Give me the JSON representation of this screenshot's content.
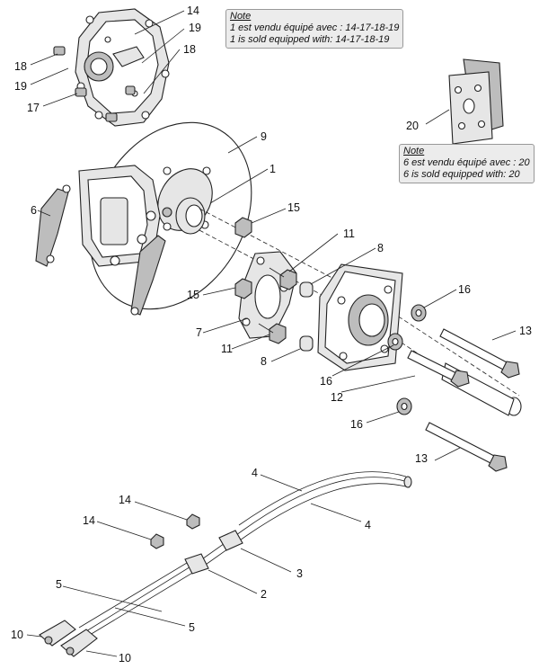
{
  "notes": {
    "top": {
      "title": "Note",
      "line_fr": "1 est vendu équipé avec : 14-17-18-19",
      "line_en": "1 is sold equipped with: 14-17-18-19"
    },
    "middle": {
      "title": "Note",
      "line_fr": "6 est vendu équipé avec : 20",
      "line_en": "6 is sold equipped with: 20"
    }
  },
  "callouts": [
    {
      "id": "c14a",
      "text": "14"
    },
    {
      "id": "c19a",
      "text": "19"
    },
    {
      "id": "c18a",
      "text": "18"
    },
    {
      "id": "c18b",
      "text": "18"
    },
    {
      "id": "c19b",
      "text": "19"
    },
    {
      "id": "c17",
      "text": "17"
    },
    {
      "id": "c20",
      "text": "20"
    },
    {
      "id": "c9",
      "text": "9"
    },
    {
      "id": "c1",
      "text": "1"
    },
    {
      "id": "c6",
      "text": "6"
    },
    {
      "id": "c15a",
      "text": "15"
    },
    {
      "id": "c11a",
      "text": "11"
    },
    {
      "id": "c8a",
      "text": "8"
    },
    {
      "id": "c16a",
      "text": "16"
    },
    {
      "id": "c15b",
      "text": "15"
    },
    {
      "id": "c7",
      "text": "7"
    },
    {
      "id": "c13a",
      "text": "13"
    },
    {
      "id": "c11b",
      "text": "11"
    },
    {
      "id": "c8b",
      "text": "8"
    },
    {
      "id": "c16b",
      "text": "16"
    },
    {
      "id": "c12",
      "text": "12"
    },
    {
      "id": "c16c",
      "text": "16"
    },
    {
      "id": "c13b",
      "text": "13"
    },
    {
      "id": "c4a",
      "text": "4"
    },
    {
      "id": "c14b",
      "text": "14"
    },
    {
      "id": "c14c",
      "text": "14"
    },
    {
      "id": "c4b",
      "text": "4"
    },
    {
      "id": "c3",
      "text": "3"
    },
    {
      "id": "c5a",
      "text": "5"
    },
    {
      "id": "c2",
      "text": "2"
    },
    {
      "id": "c5b",
      "text": "5"
    },
    {
      "id": "c10a",
      "text": "10"
    },
    {
      "id": "c10b",
      "text": "10"
    }
  ]
}
